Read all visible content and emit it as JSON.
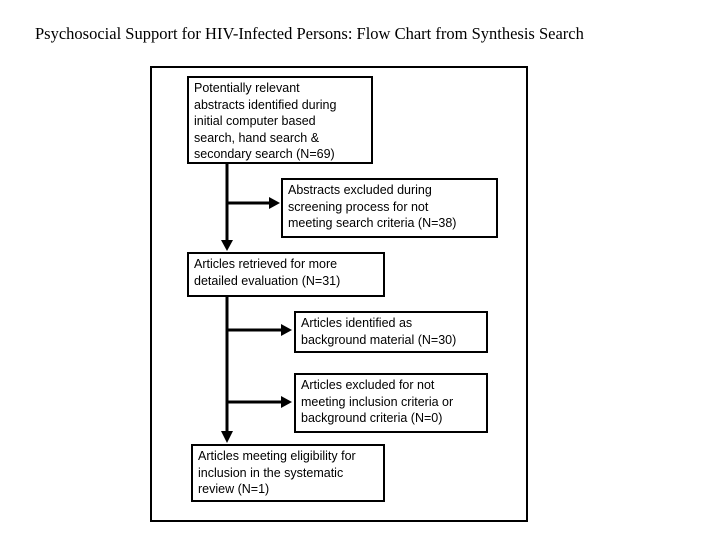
{
  "title": "Psychosocial Support for HIV-Infected Persons: Flow Chart from Synthesis Search",
  "flowchart": {
    "boxes": [
      {
        "id": "potentially-relevant-abstracts",
        "n": 69,
        "text": "Potentially relevant\nabstracts identified during\ninitial computer based\nsearch, hand search &\nsecondary search (N=69)"
      },
      {
        "id": "abstracts-excluded-screening",
        "n": 38,
        "text": "Abstracts excluded during\nscreening process for not\nmeeting search criteria (N=38)"
      },
      {
        "id": "articles-retrieved",
        "n": 31,
        "text": "Articles retrieved for more\ndetailed evaluation (N=31)"
      },
      {
        "id": "articles-background-material",
        "n": 30,
        "text": "Articles identified as\nbackground material (N=30)"
      },
      {
        "id": "articles-excluded-criteria",
        "n": 0,
        "text": "Articles excluded for not\nmeeting inclusion criteria or\nbackground criteria (N=0)"
      },
      {
        "id": "articles-eligible",
        "n": 1,
        "text": "Articles meeting eligibility for\ninclusion in the systematic\nreview (N=1)"
      }
    ],
    "connections": [
      {
        "from": "potentially-relevant-abstracts",
        "to": "abstracts-excluded-screening",
        "type": "branch-right"
      },
      {
        "from": "potentially-relevant-abstracts",
        "to": "articles-retrieved",
        "type": "down"
      },
      {
        "from": "articles-retrieved",
        "to": "articles-background-material",
        "type": "branch-right"
      },
      {
        "from": "articles-retrieved",
        "to": "articles-excluded-criteria",
        "type": "branch-right"
      },
      {
        "from": "articles-retrieved",
        "to": "articles-eligible",
        "type": "down"
      }
    ]
  },
  "colors": {
    "background": "#ffffff",
    "line": "#000000",
    "text": "#000000"
  }
}
